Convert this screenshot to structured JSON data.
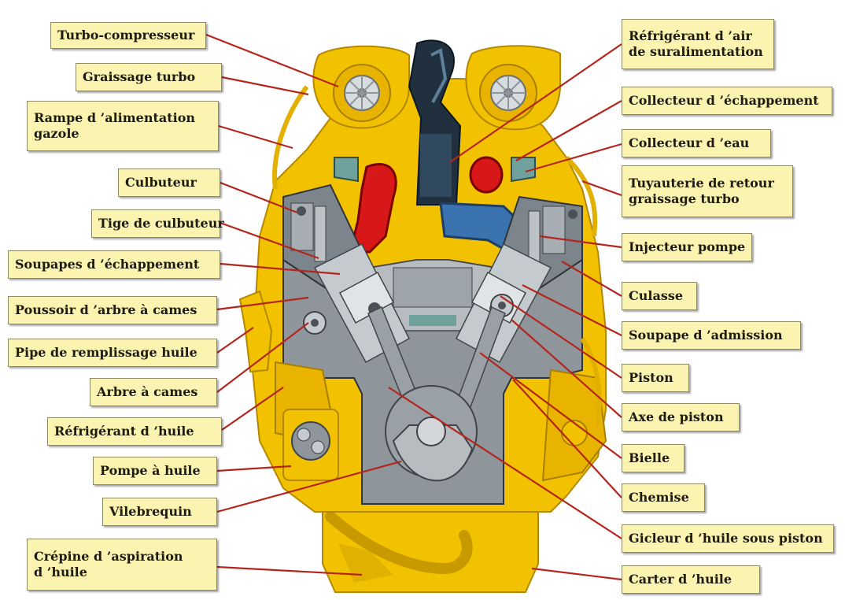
{
  "diagram": {
    "colors": {
      "engine_yellow": "#f2c200",
      "engine_dark_yellow": "#c89a00",
      "block_gray": "#8e959b",
      "block_dark": "#4c5157",
      "intake_blue": "#3b73b0",
      "exhaust_red": "#d81818",
      "label_fill": "#fbf4b0",
      "leader_line": "#b3261e"
    },
    "labels_left": [
      {
        "lines": [
          "Turbo-compresseur"
        ]
      },
      {
        "lines": [
          "Graissage turbo"
        ]
      },
      {
        "lines": [
          "Rampe d ’alimentation",
          "gazole"
        ]
      },
      {
        "lines": [
          "Culbuteur"
        ]
      },
      {
        "lines": [
          "Tige de culbuteur"
        ]
      },
      {
        "lines": [
          "Soupapes d ’échappement"
        ]
      },
      {
        "lines": [
          "Poussoir d ’arbre à cames"
        ]
      },
      {
        "lines": [
          "Pipe de remplissage huile"
        ]
      },
      {
        "lines": [
          "Arbre à cames"
        ]
      },
      {
        "lines": [
          "Réfrigérant d ’huile"
        ]
      },
      {
        "lines": [
          "Pompe à huile"
        ]
      },
      {
        "lines": [
          "Vilebrequin"
        ]
      },
      {
        "lines": [
          "Crépine d ’aspiration",
          "d ’huile"
        ]
      }
    ],
    "labels_right": [
      {
        "lines": [
          "Réfrigérant d ’air",
          "de suralimentation"
        ]
      },
      {
        "lines": [
          "Collecteur d ’échappement"
        ]
      },
      {
        "lines": [
          "Collecteur d ’eau"
        ]
      },
      {
        "lines": [
          "Tuyauterie de retour",
          "graissage turbo"
        ]
      },
      {
        "lines": [
          "Injecteur pompe"
        ]
      },
      {
        "lines": [
          "Culasse"
        ]
      },
      {
        "lines": [
          "Soupape d ’admission"
        ]
      },
      {
        "lines": [
          "Piston"
        ]
      },
      {
        "lines": [
          "Axe de piston"
        ]
      },
      {
        "lines": [
          "Bielle"
        ]
      },
      {
        "lines": [
          "Chemise"
        ]
      },
      {
        "lines": [
          "Gicleur d ’huile sous piston"
        ]
      },
      {
        "lines": [
          "Carter d ’huile"
        ]
      }
    ]
  }
}
